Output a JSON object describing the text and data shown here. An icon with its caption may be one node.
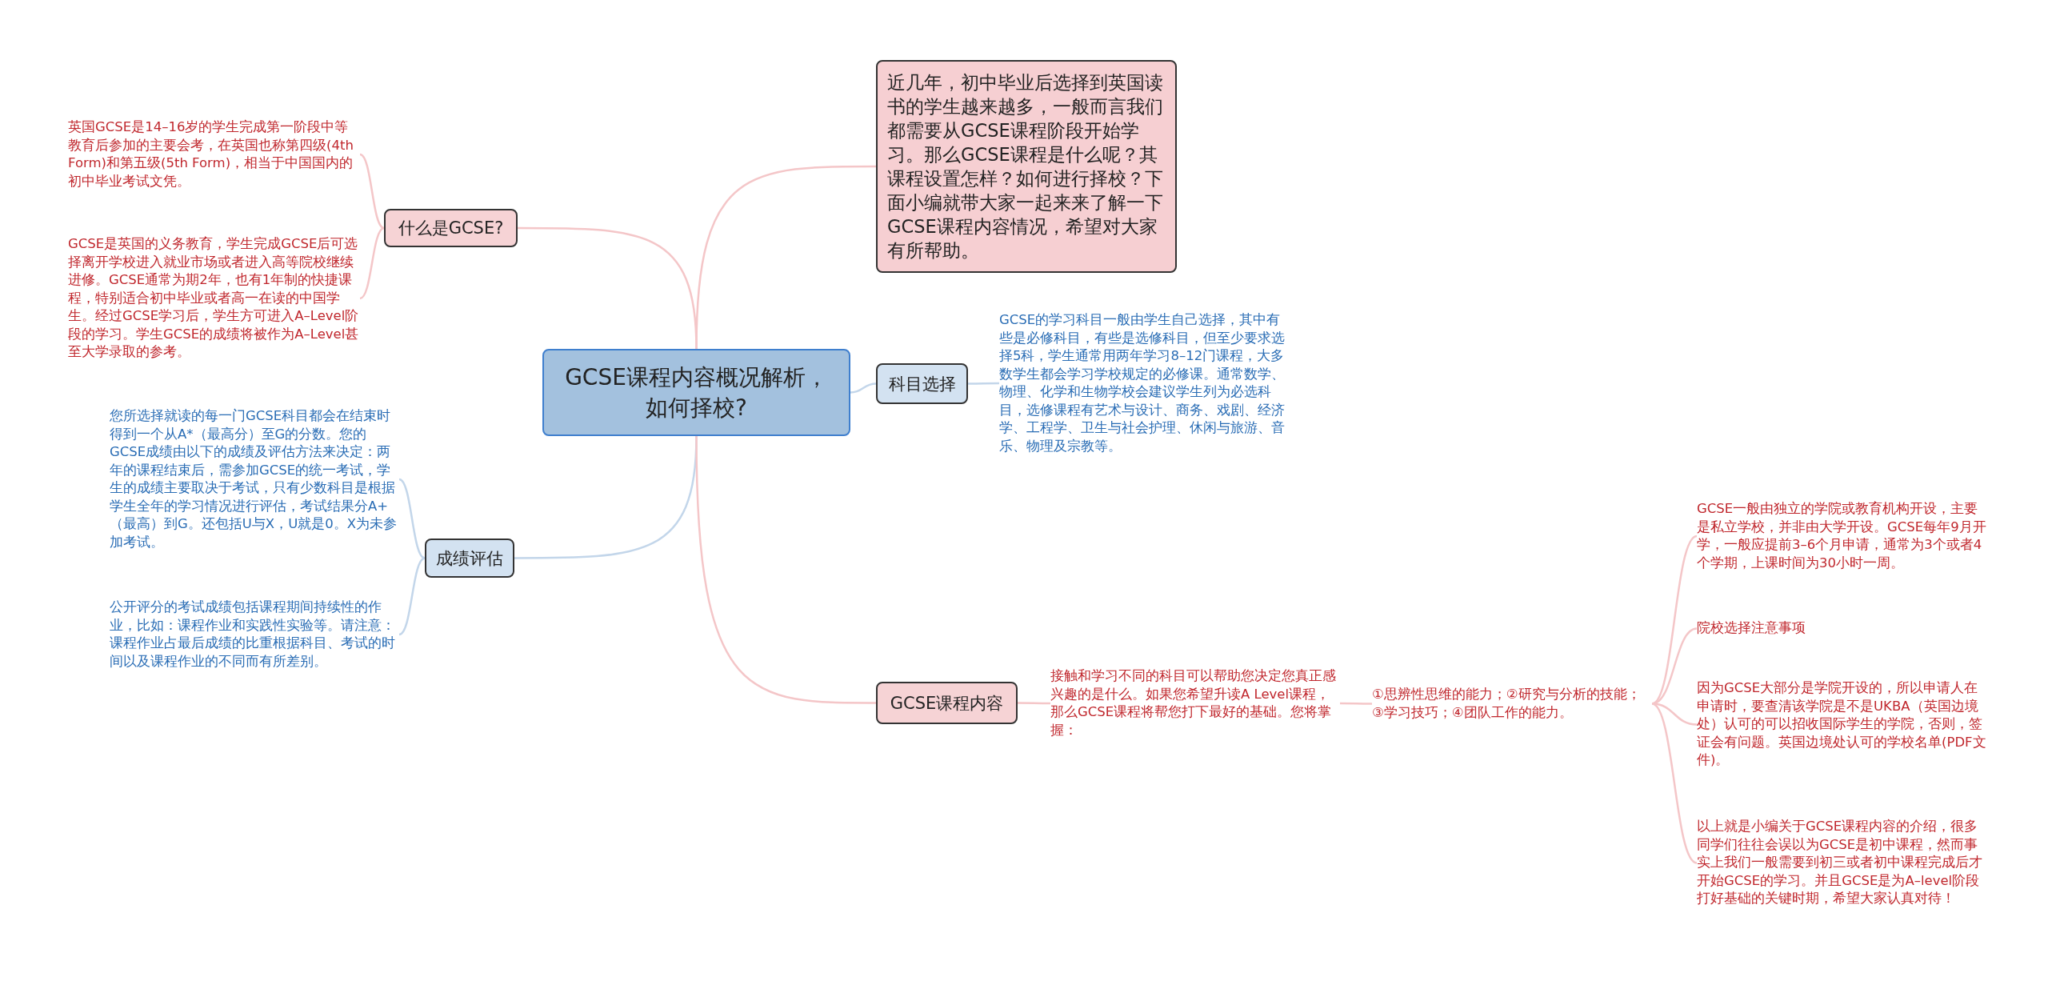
{
  "diagram": {
    "nodes": [
      {
        "text": [
          "GCSE课程内容概况解析，如何择校?"
        ]
      },
      {
        "text": [
          "近几年，初中毕业后选择到英国读书的学生越来越多，一般而言我们都需要从GCSE课程阶段开始学习。那么GCSE课程是什么呢？其课程设置怎样？如何进行择校？下面小编就带大家一起来来了解一下GCSE课程内容情况，希望对大家有所帮助。"
        ]
      },
      {
        "text": [
          "什么是GCSE?"
        ]
      },
      {
        "text": [
          "英国GCSE是14–16岁的学生完成第一阶段中等教育后参加的主要会考，在英国也称第四级(4th Form)和第五级(5th Form)，相当于中国国内的初中毕业考试文凭。"
        ]
      },
      {
        "text": [
          "GCSE是英国的义务教育，学生完成GCSE后可选择离开学校进入就业市场或者进入高等院校继续进修。GCSE通常为期2年，也有1年制的快捷课程，特别适合初中毕业或者高一在读的中国学生。经过GCSE学习后，学生方可进入A–Level阶段的学习。学生GCSE的成绩将被作为A–Level甚至大学录取的参考。"
        ]
      },
      {
        "text": [
          "科目选择"
        ]
      },
      {
        "text": [
          "GCSE的学习科目一般由学生自己选择，其中有些是必修科目，有些是选修科目，但至少要求选择5科，学生通常用两年学习8–12门课程，大多数学生都会学习学校规定的必修课。通常数学、物理、化学和生物学校会建议学生列为必选科目，选修课程有艺术与设计、商务、戏剧、经济学、工程学、卫生与社会护理、休闲与旅游、音乐、物理及宗教等。"
        ]
      },
      {
        "text": [
          "成绩评估"
        ]
      },
      {
        "text": [
          "您所选择就读的每一门GCSE科目都会在结束时得到一个从A*（最高分）至G的分数。您的GCSE成绩由以下的成绩及评估方法来决定：两年的课程结束后，需参加GCSE的统一考试，学生的成绩主要取决于考试，只有少数科目是根据学生全年的学习情况进行评估，考试结果分A+（最高）到G。还包括U与X，U就是0。X为未参加考试。"
        ]
      },
      {
        "text": [
          "公开评分的考试成绩包括课程期间持续性的作业，比如：课程作业和实践性实验等。请注意：课程作业占最后成绩的比重根据科目、考试的时间以及课程作业的不同而有所差别。"
        ]
      },
      {
        "text": [
          "GCSE课程内容"
        ]
      },
      {
        "text": [
          "接触和学习不同的科目可以帮助您决定您真正感兴趣的是什么。如果您希望升读A Level课程，那么GCSE课程将帮您打下最好的基础。您将掌握："
        ]
      },
      {
        "text": [
          "①思辨性思维的能力；②研究与分析的技能；③学习技巧；④团队工作的能力。"
        ]
      },
      {
        "text": [
          "GCSE一般由独立的学院或教育机构开设，主要是私立学校，并非由大学开设。GCSE每年9月开学，一般应提前3–6个月申请，通常为3个或者4个学期，上课时间为30小时一周。"
        ]
      },
      {
        "text": [
          "院校选择注意事项"
        ]
      },
      {
        "text": [
          "因为GCSE大部分是学院开设的，所以申请人在申请时，要查清该学院是不是UKBA（英国边境处）认可的可以招收国际学生的学院，否则，签证会有问题。英国边境处认可的学校名单(PDF文件)。"
        ]
      },
      {
        "text": [
          "以上就是小编关于GCSE课程内容的介绍，很多同学们往往会误以为GCSE是初中课程，然而事实上我们一般需要到初三或者初中课程完成后才开始GCSE的学习。并且GCSE是为A–level阶段打好基础的关键时期，希望大家认真对待！"
        ]
      }
    ],
    "edges": [
      {
        "from": 0,
        "to": 1,
        "arrow": "none"
      },
      {
        "from": 0,
        "to": 2,
        "arrow": "none"
      },
      {
        "from": 2,
        "to": 3,
        "arrow": "none"
      },
      {
        "from": 2,
        "to": 4,
        "arrow": "none"
      },
      {
        "from": 0,
        "to": 5,
        "arrow": "none",
        "color": "#c3d6ea"
      },
      {
        "from": 5,
        "to": 6,
        "arrow": "none",
        "color": "#c3d6ea"
      },
      {
        "from": 0,
        "to": 7,
        "arrow": "none",
        "color": "#c3d6ea"
      },
      {
        "from": 7,
        "to": 8,
        "arrow": "none",
        "color": "#c3d6ea"
      },
      {
        "from": 7,
        "to": 9,
        "arrow": "none",
        "color": "#c3d6ea"
      },
      {
        "from": 0,
        "to": 10,
        "arrow": "none"
      },
      {
        "from": 10,
        "to": 11,
        "arrow": "none"
      },
      {
        "from": 11,
        "to": 12,
        "arrow": "none"
      },
      {
        "from": 12,
        "to": 13,
        "arrow": "none"
      },
      {
        "from": 12,
        "to": 14,
        "arrow": "none"
      },
      {
        "from": 12,
        "to": 15,
        "arrow": "none"
      },
      {
        "from": 12,
        "to": 16,
        "arrow": "none"
      }
    ]
  }
}
